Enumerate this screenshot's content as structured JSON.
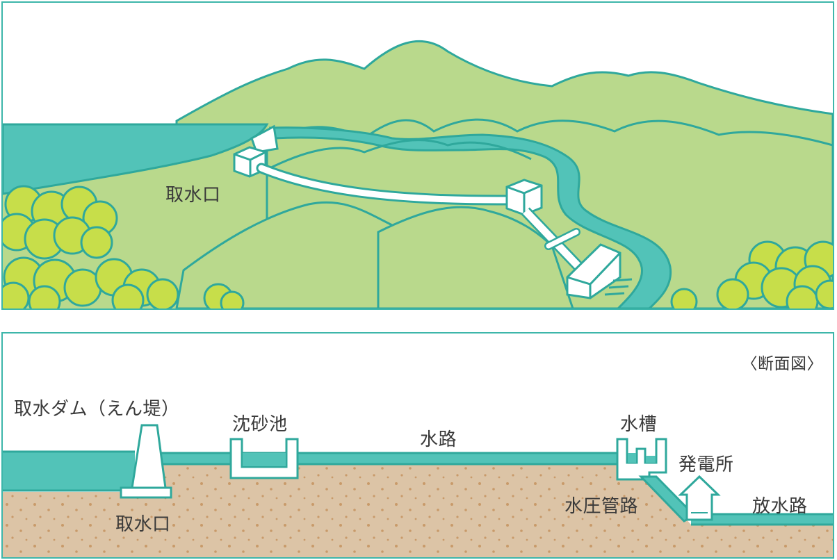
{
  "top_view": {
    "labels": {
      "intake": "取水口"
    }
  },
  "cross_section": {
    "title": "〈断面図〉",
    "labels": {
      "intake_dam": "取水ダム（えん堤）",
      "intake": "取水口",
      "settling_basin": "沈砂池",
      "waterway": "水路",
      "head_tank": "水槽",
      "power_station": "発電所",
      "penstock": "水圧管路",
      "tailrace": "放水路"
    }
  },
  "colors": {
    "frame": "#3db6aa",
    "water": "#52c3b8",
    "mountain": "#b9d98c",
    "mountain_line": "#2fa89c",
    "tree": "#c7de4a",
    "soil": "#dcc4a6",
    "soil_dot": "#c89a6a",
    "text": "#3a3a3a"
  }
}
